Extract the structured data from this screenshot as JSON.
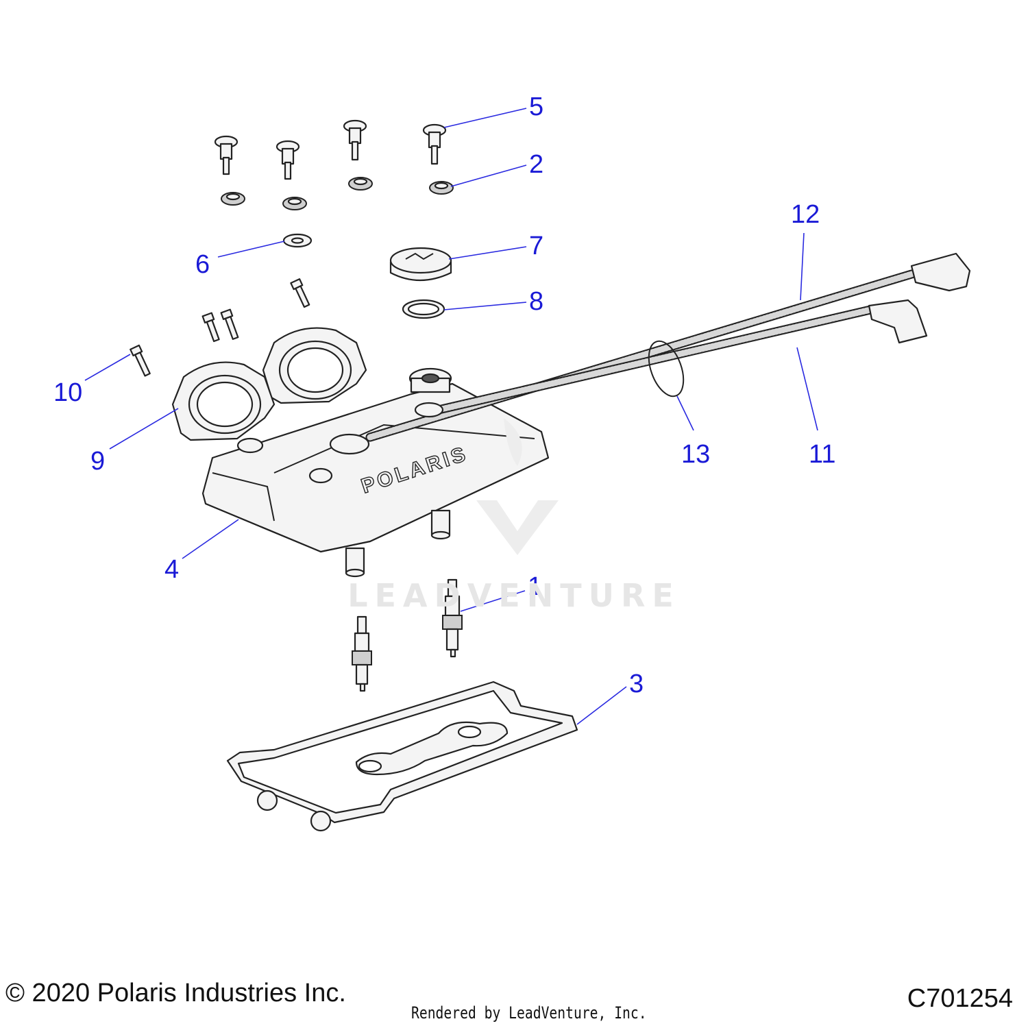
{
  "footer": {
    "copyright": "© 2020 Polaris Industries Inc.",
    "drawing_id": "C701254",
    "rendered_by": "Rendered by LeadVenture, Inc."
  },
  "watermark": {
    "text": "LEADVENTURE"
  },
  "cover_embossing": "POLARIS",
  "callouts": [
    {
      "id": "1",
      "label": "1"
    },
    {
      "id": "2",
      "label": "2"
    },
    {
      "id": "3",
      "label": "3"
    },
    {
      "id": "4",
      "label": "4"
    },
    {
      "id": "5",
      "label": "5"
    },
    {
      "id": "6",
      "label": "6"
    },
    {
      "id": "7",
      "label": "7"
    },
    {
      "id": "8",
      "label": "8"
    },
    {
      "id": "9",
      "label": "9"
    },
    {
      "id": "10",
      "label": "10"
    },
    {
      "id": "11",
      "label": "11"
    },
    {
      "id": "12",
      "label": "12"
    },
    {
      "id": "13",
      "label": "13"
    }
  ],
  "colors": {
    "callout": "#1a1ad6",
    "line": "#222222",
    "watermark": "#e6e6e6"
  }
}
